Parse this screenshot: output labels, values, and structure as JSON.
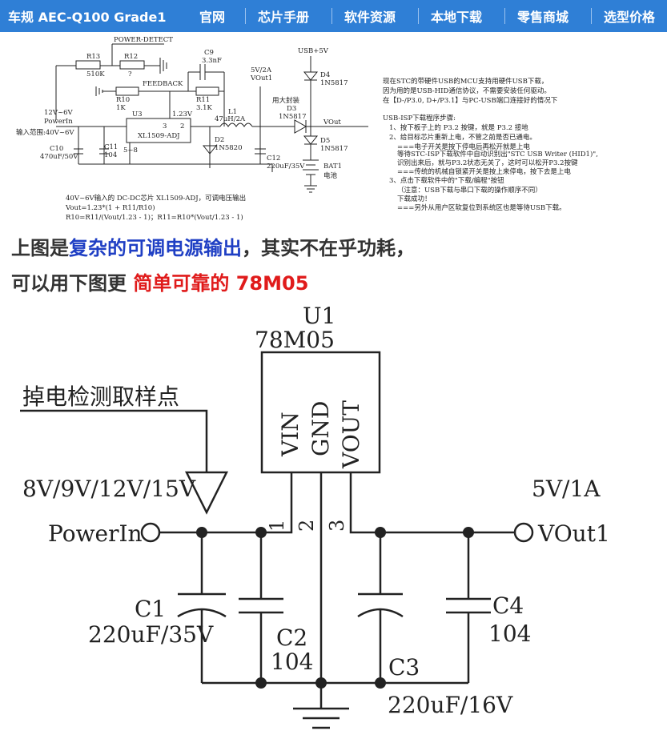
{
  "topbar": {
    "brand": "车规 AEC-Q100 Grade1",
    "nav": [
      "官网",
      "芯片手册",
      "软件资源",
      "本地下载",
      "零售商城",
      "选型价格"
    ]
  },
  "top_schematic": {
    "labels": {
      "power_detect": "POWER-DETECT",
      "r13": "R13",
      "r13_val": "510K",
      "r12": "R12",
      "r12_val": "?",
      "c9": "C9",
      "c9_val": "3.3nF",
      "feedback": "FEEDBACK",
      "r10": "R10",
      "r10_val": "1K",
      "r11": "R11",
      "r11_val": "3.1K",
      "u3": "U3",
      "u3_part": "XL1509-ADJ",
      "v123": "1.23V",
      "vin_range": "12V~6V",
      "powerin": "PowerIn",
      "input_range": "输入范围:40V~6V",
      "c10": "C10",
      "c10_val": "470uF/50V",
      "c11": "C11",
      "c11_val": "104",
      "pin3": "3",
      "pin2": "2",
      "pin5_8": "5~8",
      "l1": "L1",
      "l1_val": "47uH/2A",
      "d2": "D2",
      "d2_val": "1N5820",
      "out_5v2a": "5V/2A",
      "vout1": "VOut1",
      "c12": "C12",
      "c12_val": "220uF/35V",
      "usb5v": "USB+5V",
      "d4": "D4",
      "d4_val": "1N5817",
      "pkg": "用大封装",
      "d3": "D3",
      "d3_val": "1N5817",
      "vout": "VOut",
      "d5": "D5",
      "d5_val": "1N5817",
      "bat1": "BAT1",
      "battery": "电池",
      "note1": "40V~6V输入的 DC-DC芯片 XL1509-ADJ，可调电压输出",
      "note2": "Vout=1.23*(1 + R11/R10)",
      "note3": "R10=R11/(Vout/1.23 - 1)；R11=R10*(Vout/1.23 - 1)"
    },
    "desc": [
      "现在STC的带硬件USB的MCU支持用硬件USB下载，",
      "因为用的是USB-HID通信协议，不需要安装任何驱动。",
      "在【D-/P3.0, D+/P3.1】与PC-USB端口连接好的情况下"
    ],
    "steps": [
      "USB-ISP下载程序步骤:",
      "1、按下板子上的 P3.2 按键，就是 P3.2 接地",
      "2、给目标芯片重新上电，不管之前是否已通电。",
      "===电子开关是按下停电后再松开就是上电",
      "等待STC-ISP下载软件中自动识别出\"STC USB Writer (HID1)\",",
      "识别出来后，就与P3.2状态无关了，这时可以松开P3.2按键",
      "===传统的机械自锁紧开关是按上来停电，按下去是上电",
      "3、点击下载软件中的\"下载/编程\"按钮",
      "（注意：USB下载与串口下载的操作顺序不同）",
      "下载成功！",
      "===另外从用户区软复位到系统区也是等待USB下载。"
    ]
  },
  "caption": {
    "line1_a": "上图是",
    "line1_b": "复杂的可调电源输出",
    "line1_c": "，其实不在乎功耗，",
    "line2_a": "可以用下图更 ",
    "line2_b": "简单可靠的 78M05"
  },
  "main_schematic": {
    "u1": "U1",
    "part": "78M05",
    "pin_vin": "VIN",
    "pin_gnd": "GND",
    "pin_vout": "VOUT",
    "pin1": "1",
    "pin2": "2",
    "pin3": "3",
    "sample_point": "掉电检测取样点",
    "input_voltage": "8V/9V/12V/15V",
    "powerin": "PowerIn",
    "output_voltage": "5V/1A",
    "vout1": "VOut1",
    "c1": "C1",
    "c1_val": "220uF/35V",
    "c2": "C2",
    "c2_val": "104",
    "c3": "C3",
    "c3_val": "220uF/16V",
    "c4": "C4",
    "c4_val": "104"
  }
}
